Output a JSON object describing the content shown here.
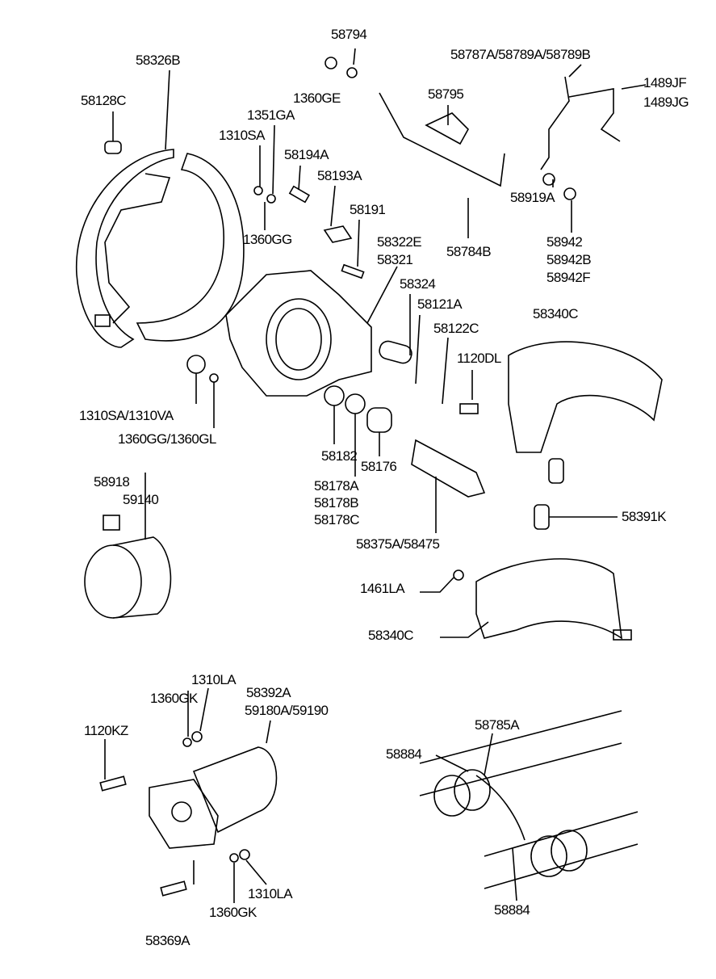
{
  "labels": {
    "l58794": "58794",
    "l58326B": "58326B",
    "l58787A": "58787A/58789A/58789B",
    "l1489JF": "1489JF",
    "l1489JG": "1489JG",
    "l58128C": "58128C",
    "l1360GE": "1360GE",
    "l58795": "58795",
    "l1351GA": "1351GA",
    "l1310SA": "1310SA",
    "l58194A": "58194A",
    "l58193A": "58193A",
    "l58919A": "58919A",
    "l58191": "58191",
    "l1360GG": "1360GG",
    "l58942": "58942",
    "l58942B": "58942B",
    "l58942F": "58942F",
    "l58322E": "58322E",
    "l58321": "58321",
    "l58784B": "58784B",
    "l58324": "58324",
    "l58121A": "58121A",
    "l58340C_top": "58340C",
    "l58122C": "58122C",
    "l1120DL": "1120DL",
    "l1310SA_VA": "1310SA/1310VA",
    "l1360GG_GL": "1360GG/1360GL",
    "l58182": "58182",
    "l58176": "58176",
    "l58918": "58918",
    "l59140": "59140",
    "l58178A": "58178A",
    "l58178B": "58178B",
    "l58178C": "58178C",
    "l58391K": "58391K",
    "l58375A": "58375A/58475",
    "l1461LA": "1461LA",
    "l58340C_bot": "58340C",
    "l1310LA_top": "1310LA",
    "l58392A": "58392A",
    "l1360GK_top": "1360GK",
    "l59180A": "59180A/59190",
    "l1120KZ": "1120KZ",
    "l58785A": "58785A",
    "l58884_top": "58884",
    "l1310LA_bot": "1310LA",
    "l1360GK_bot": "1360GK",
    "l58884_bot": "58884",
    "l58369A": "58369A"
  }
}
